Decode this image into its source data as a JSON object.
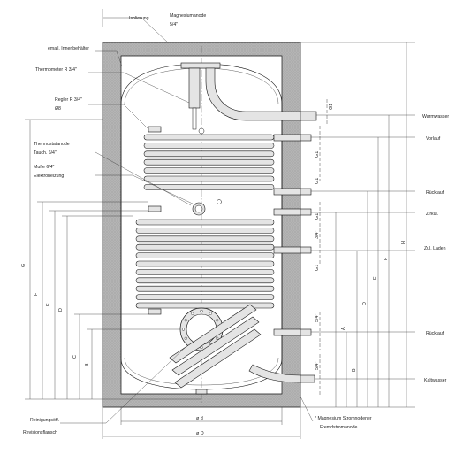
{
  "labels": {
    "insulation": "Isolierung",
    "mg_anode_top": "Magnesiumanode",
    "mg_anode_top_size": "5/4\"",
    "enamel": "email. Innenbehälter",
    "thermometer": "Thermometer R 3/4\"",
    "regler": "Regler R 3/4\"",
    "regler_sub": "Ø8",
    "heater_sleeve": "Thermostatanode",
    "heater_sleeve_sub": "Tauch. 6/4\"",
    "muffe": "Muffe 6/4\"",
    "muffe_sub": "Elektroheizung",
    "warm_water": "Warmwasser",
    "vorlauf": "Vorlauf",
    "ruecklauf": "Rücklauf",
    "zirkulation": "Zirkul.",
    "zul_ladung": "Zul. Laden",
    "ruecklauf2": "Rücklauf",
    "kaltwasser": "Kaltwasser",
    "reinigung": "Reinigungsöff.",
    "reinigung_sub": "Revisionsflansch",
    "mg_note_line1": "* Magnesium Stromnodener",
    "mg_note_line2": "Fremdstromanode"
  },
  "dimensions": {
    "G": "G",
    "F": "F",
    "E": "E",
    "D": "D",
    "C": "C",
    "B": "B",
    "A": "A",
    "H": "H",
    "phi_d": "ø d",
    "phi_D": "ø D",
    "g1": "G1",
    "g2": "G1",
    "g3": "G1",
    "g4": "G1",
    "g5": "3/4\"",
    "g6": "G1",
    "g7": "5/4\"",
    "g8": "5/4\""
  },
  "colors": {
    "insulation_fill": "#b4b4b4",
    "background": "#ffffff",
    "line": "#111111",
    "pipe_fill": "#e4e4e4"
  }
}
